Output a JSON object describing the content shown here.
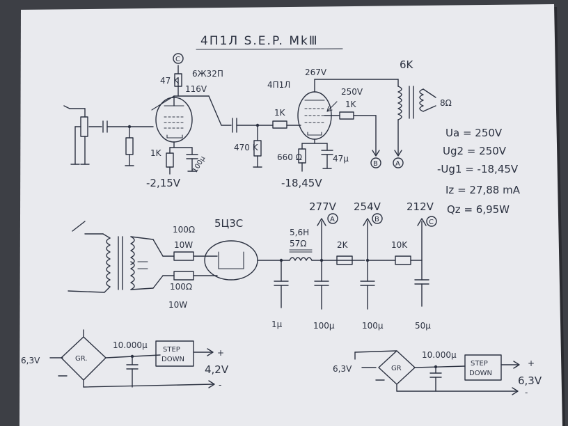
{
  "title": "4П1Л  S.E.P.  MkⅢ",
  "stage1": {
    "node_c": "C",
    "tube": "6Ж32П",
    "anode_res": "47 K",
    "anode_voltage": "116V",
    "cathode_res": "1K",
    "cathode_cap": "100µ",
    "cathode_voltage": "-2,15V"
  },
  "stage2": {
    "tube": "4П1Л",
    "anode_voltage": "267V",
    "g2_voltage": "250V",
    "grid_stopper": "1K",
    "g2_res": "1K",
    "grid_leak": "470 K",
    "cathode_res": "660 Ω",
    "cathode_cap": "47µ",
    "cathode_voltage": "-18,45V",
    "node_b": "B",
    "node_a": "A"
  },
  "output": {
    "transformer": "6K",
    "speaker": "8Ω"
  },
  "operating_point": {
    "ua": "Ua = 250V",
    "ug2": "Ug2 = 250V",
    "ug1": "-Ug1 = -18,45V",
    "ia": "Iz = 27,88 mA",
    "pa": "Qz = 6,95W"
  },
  "psu": {
    "rectifier": "5Ц3С",
    "res_top": "100Ω",
    "res_top_w": "10W",
    "res_bot": "100Ω",
    "res_bot_w": "10W",
    "choke": "5,6H",
    "choke_r": "57Ω",
    "cap1": "1µ",
    "res_ab": "2K",
    "cap_a": "100µ",
    "res_bc": "10K",
    "cap_b": "100µ",
    "cap_c": "50µ",
    "volt_a": "277V",
    "volt_b": "254V",
    "volt_c": "212V",
    "node_a": "A",
    "node_b": "B",
    "node_c": "C"
  },
  "heater1": {
    "input": "6,3V",
    "bridge": "GR.",
    "cap": "10.000µ",
    "regulator_line1": "STEP",
    "regulator_line2": "DOWN",
    "plus": "+",
    "minus": "-",
    "output": "4,2V"
  },
  "heater2": {
    "input": "6,3V",
    "bridge": "GR",
    "cap": "10.000µ",
    "regulator_line1": "STEP",
    "regulator_line2": "DOWN",
    "plus": "+",
    "minus": "-",
    "output": "6,3V"
  }
}
